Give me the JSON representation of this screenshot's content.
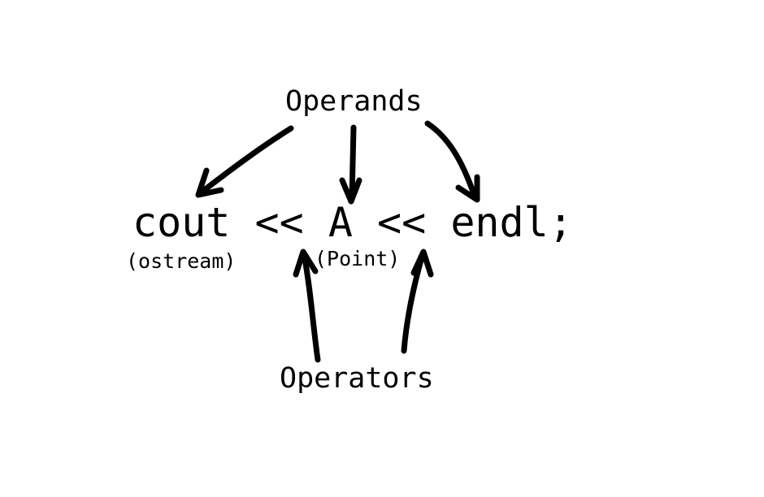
{
  "diagram": {
    "operands_label": "Operands",
    "code_line": "cout << A << endl;",
    "cout_type": "(ostream)",
    "a_type": "(Point)",
    "operators_label": "Operators"
  },
  "colors": {
    "background": "#ffffff",
    "ink": "#000000"
  }
}
